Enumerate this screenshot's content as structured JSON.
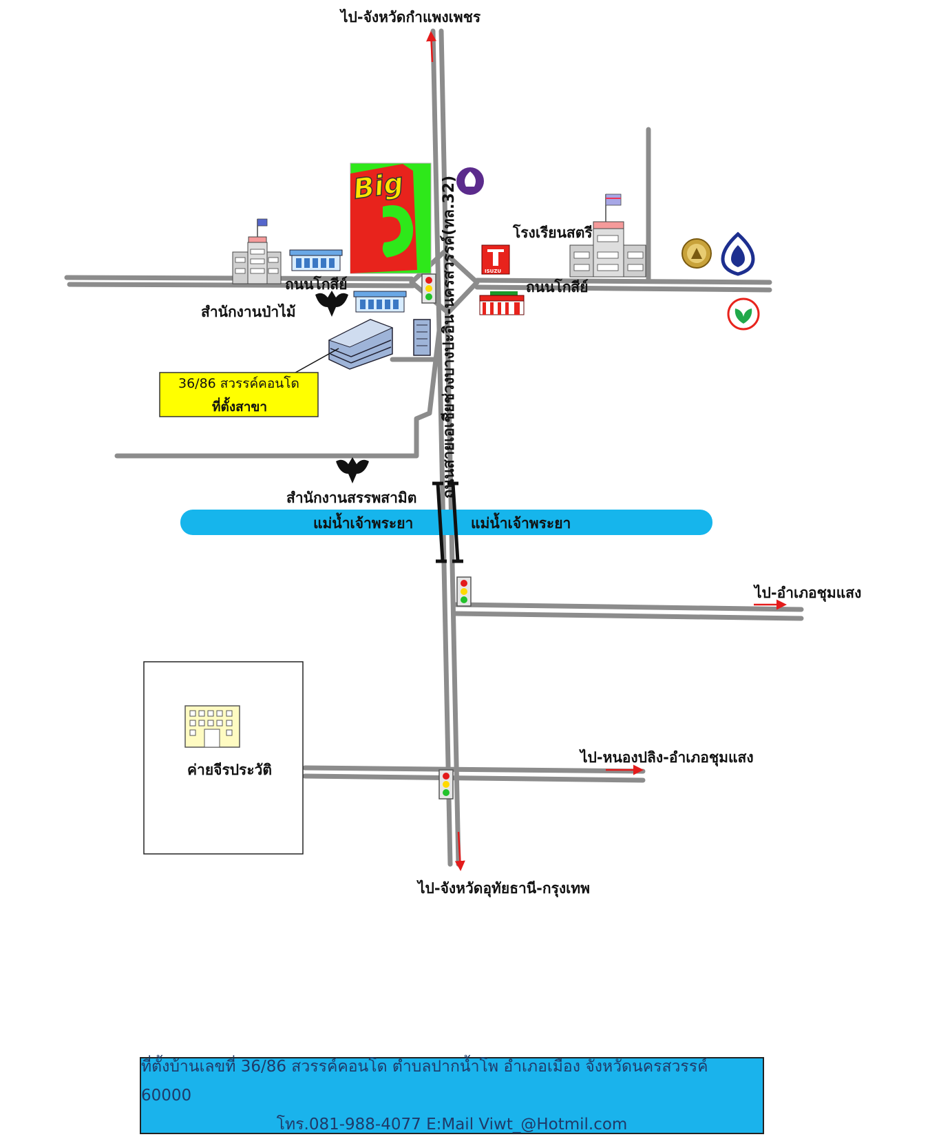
{
  "labels": {
    "north": "ไป-จังหวัดกำแพงเพชร",
    "south": "ไป-จังหวัดอุทัยธานี-กรุงเทพ",
    "east_chumsaeng": "ไป-อำเภอชุมแสง",
    "east_nongpling": "ไป-หนองปลิง-อำเภอชุมแสง",
    "road_kosi_left": "ถนนโกสีย์",
    "road_kosi_right": "ถนนโกสีย์",
    "highway": "ถนนสายเอเชียช่วงบางปะอิน-นครสวรรค์(ทล.32)",
    "forest_office": "สำนักงานป่าไม้",
    "excise_office": "สำนักงานสรรพสามิต",
    "girls_school": "โรงเรียนสตรี",
    "river_left": "แม่น้ำเจ้าพระยา",
    "river_right": "แม่น้ำเจ้าพระยา",
    "camp": "ค่ายจีรประวัติ",
    "big_c": "Big",
    "isuzu": "ISUZU"
  },
  "callout": {
    "line1": "36/86 สวรรค์คอนโด",
    "line2": "ที่ตั้งสาขา"
  },
  "footer": {
    "address": "ที่ตั้งบ้านเลขที่ 36/86 สวรรค์คอนโด ตำบลปากน้ำโพ อำเภอเมือง จังหวัดนครสวรรค์ 60000",
    "contact": "โทร.081-988-4077 E:Mail Viwt_@Hotmil.com"
  },
  "colors": {
    "road": "#8c8c8c",
    "river": "#16b5ec",
    "callout_bg": "#ffff00",
    "arrow": "#e31b1b",
    "big_c_red": "#e8231c",
    "big_c_green": "#2ee81a"
  },
  "icons": [
    "traffic-light-icon",
    "garuda-icon",
    "scb-bank-icon",
    "bangkok-bank-icon",
    "kasikorn-bank-icon",
    "royal-seal-icon",
    "building-icon",
    "flag-icon"
  ]
}
